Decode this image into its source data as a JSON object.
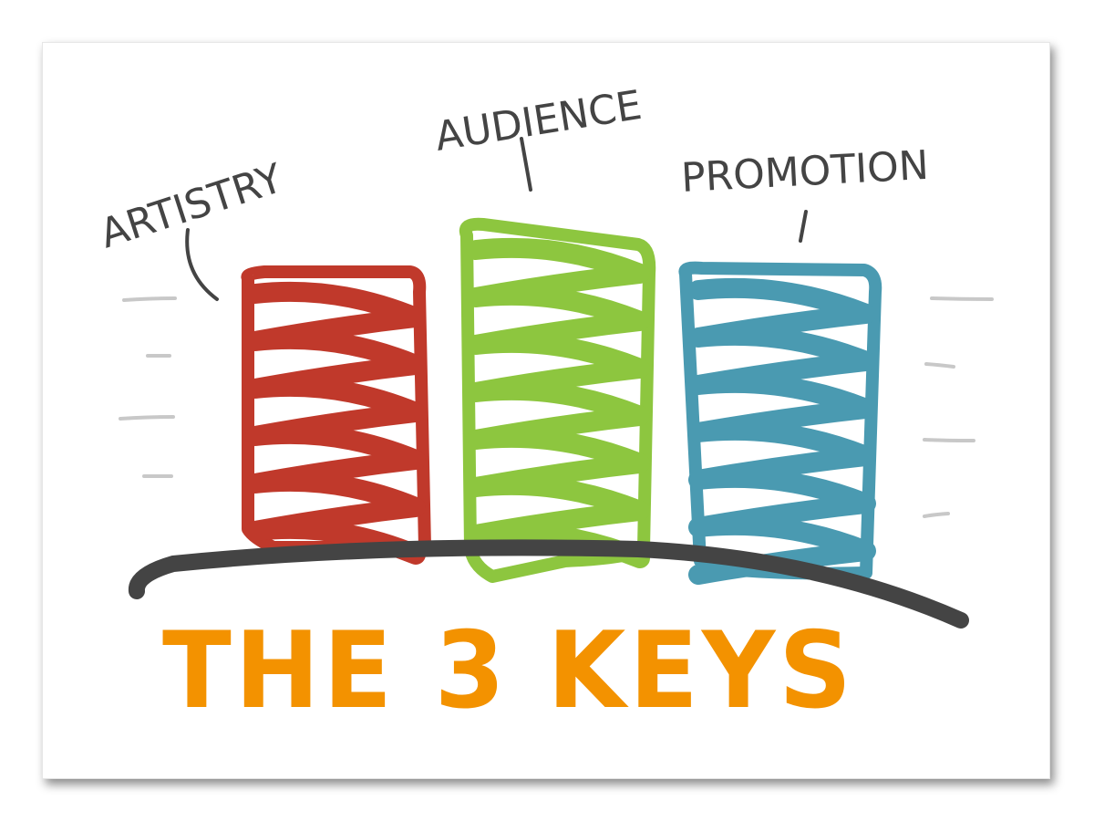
{
  "diagram": {
    "pillars": [
      {
        "label": "ARTISTRY",
        "color": "#c0392b"
      },
      {
        "label": "AUDIENCE",
        "color": "#8dc63f"
      },
      {
        "label": "PROMOTION",
        "color": "#4a9ab1"
      }
    ],
    "title": "THE 3 KEYS",
    "title_color": "#f39200",
    "base_color": "#444444",
    "icons": [
      "speed-lines-left-icon",
      "speed-lines-right-icon"
    ]
  }
}
